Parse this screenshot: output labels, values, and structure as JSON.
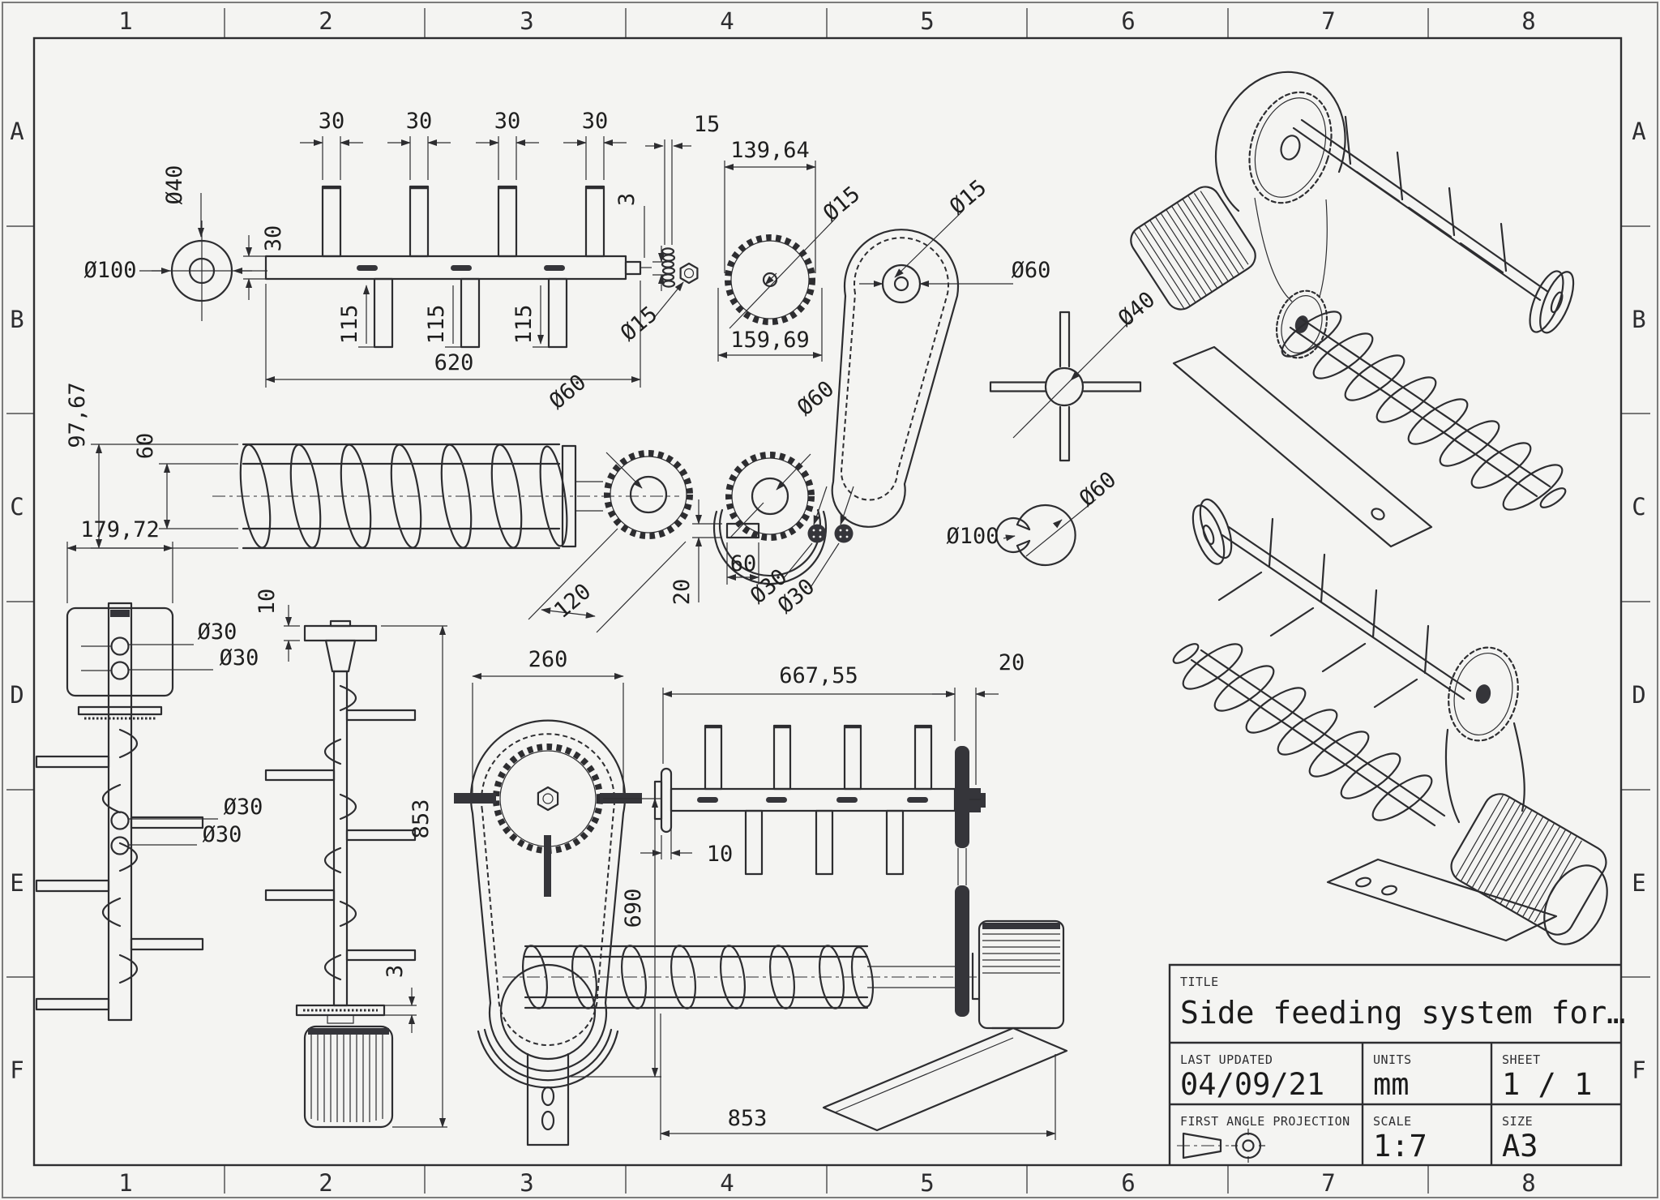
{
  "sheet": {
    "colors": {
      "paper": "#f4f4f2",
      "ink": "#2d2d30",
      "fill_dark": "#35353a"
    },
    "grid": {
      "columns": [
        "1",
        "2",
        "3",
        "4",
        "5",
        "6",
        "7",
        "8"
      ],
      "rows": [
        "A",
        "B",
        "C",
        "D",
        "E",
        "F"
      ]
    }
  },
  "title_block": {
    "title_label": "TITLE",
    "title": "Side feeding system for…",
    "last_updated_label": "LAST UPDATED",
    "last_updated": "04/09/21",
    "units_label": "UNITS",
    "units": "mm",
    "sheet_label": "SHEET",
    "sheet": "1 / 1",
    "projection_label": "FIRST ANGLE PROJECTION",
    "scale_label": "SCALE",
    "scale": "1:7",
    "size_label": "SIZE",
    "size": "A3"
  },
  "views": {
    "pinned_shaft": {
      "pin_widths": [
        "30",
        "30",
        "30",
        "30"
      ],
      "spring_length": "15",
      "hub_bore": "Ø40",
      "hub_od": "Ø100",
      "bar_height": "30",
      "end_tab": "3",
      "pin_depths": [
        "115",
        "115",
        "115"
      ],
      "length": "620",
      "nut_bore": "Ø15"
    },
    "sprocket": {
      "pitch_dia": "139,64",
      "outer_dia": "159,69",
      "bore": "Ø15"
    },
    "belt_top": {
      "bore": "Ø15",
      "hub_dia": "Ø60"
    },
    "spider": {
      "hub_dia": "Ø40"
    },
    "auger_side": {
      "flight_od": "97,67",
      "core_dia": "60",
      "gear_dia": "Ø60",
      "gear_width": "120"
    },
    "gear_guard": {
      "dia": "Ø60"
    },
    "key_plate": {
      "thickness": "20",
      "width": "60"
    },
    "rollers": {
      "d1": "Ø30",
      "d2": "Ø30"
    },
    "clamp_ring": {
      "od": "Ø100",
      "id": "Ø60"
    },
    "beater_shaft": {
      "block_width": "179,72",
      "holes": [
        "Ø30",
        "Ø30",
        "Ø30",
        "Ø30"
      ]
    },
    "beater_shaft2": {
      "plate_thickness": "10",
      "height": "853",
      "flange_thickness": "3"
    },
    "belt_front": {
      "width": "260",
      "height": "690"
    },
    "feeder_assembly": {
      "shaft_length": "667,55",
      "pulley_width": "20",
      "flange_thickness": "10",
      "auger_length": "853"
    }
  }
}
